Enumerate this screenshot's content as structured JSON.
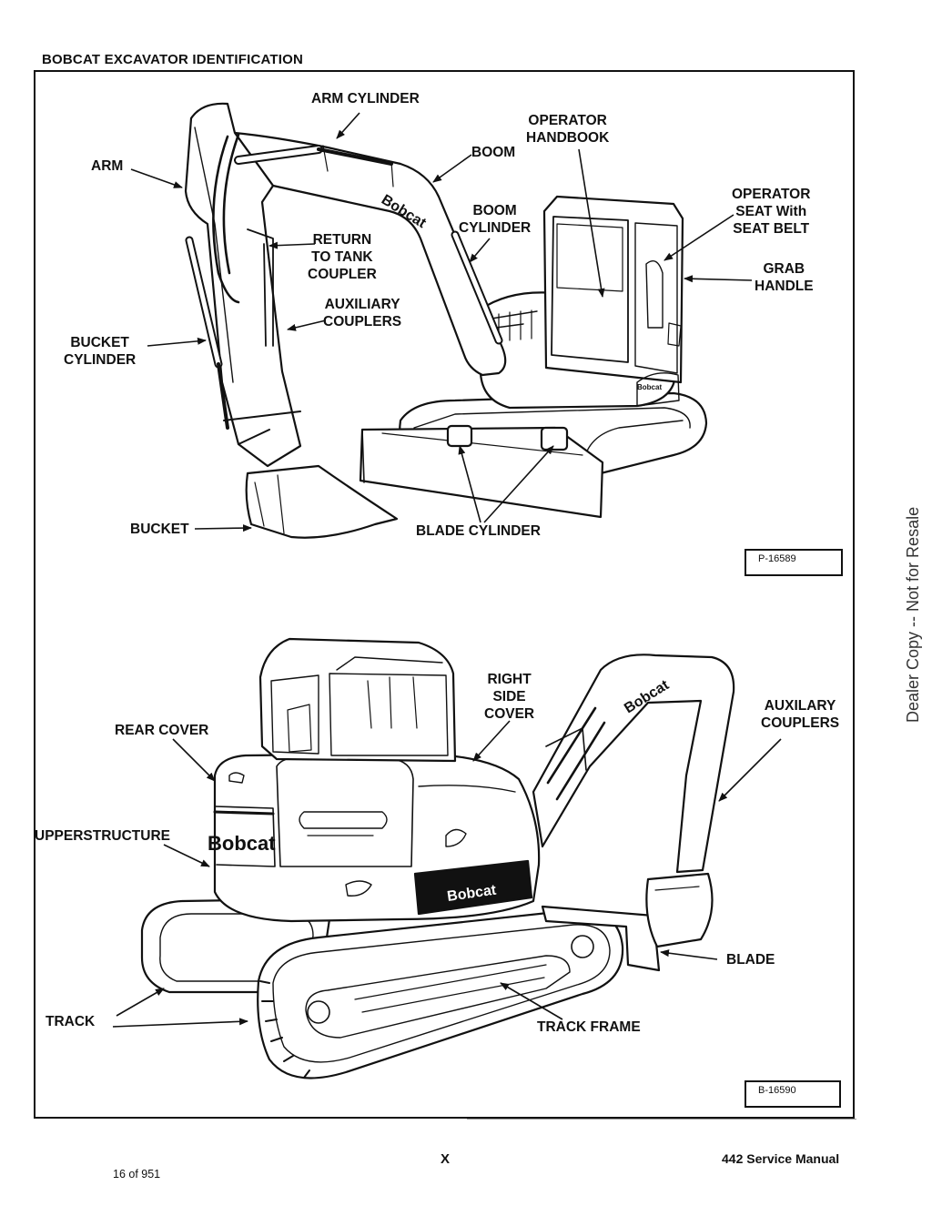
{
  "page": {
    "heading": "BOBCAT EXCAVATOR IDENTIFICATION",
    "side_note": "Dealer Copy -- Not for Resale",
    "footer_center": "X",
    "footer_right": "442 Service Manual",
    "page_count": "16 of 951"
  },
  "figure_top": {
    "figure_id": "P-16589",
    "logo_text": "Bobcat",
    "labels": {
      "arm_cylinder": "ARM CYLINDER",
      "operator_handbook": "OPERATOR\nHANDBOOK",
      "boom": "BOOM",
      "arm": "ARM",
      "operator_seat": "OPERATOR\nSEAT With\nSEAT BELT",
      "boom_cylinder": "BOOM\nCYLINDER",
      "return_coupler": "RETURN\nTO TANK\nCOUPLER",
      "grab_handle": "GRAB\nHANDLE",
      "auxiliary_couplers": "AUXILIARY\nCOUPLERS",
      "bucket_cylinder": "BUCKET\nCYLINDER",
      "bucket": "BUCKET",
      "blade_cylinder": "BLADE CYLINDER"
    }
  },
  "figure_bottom": {
    "figure_id": "B-16590",
    "logo_text": "Bobcat",
    "labels": {
      "right_side_cover": "RIGHT\nSIDE\nCOVER",
      "rear_cover": "REAR COVER",
      "auxilary_couplers": "AUXILARY\nCOUPLERS",
      "upperstructure": "UPPERSTRUCTURE",
      "blade": "BLADE",
      "track": "TRACK",
      "track_frame": "TRACK FRAME"
    }
  }
}
